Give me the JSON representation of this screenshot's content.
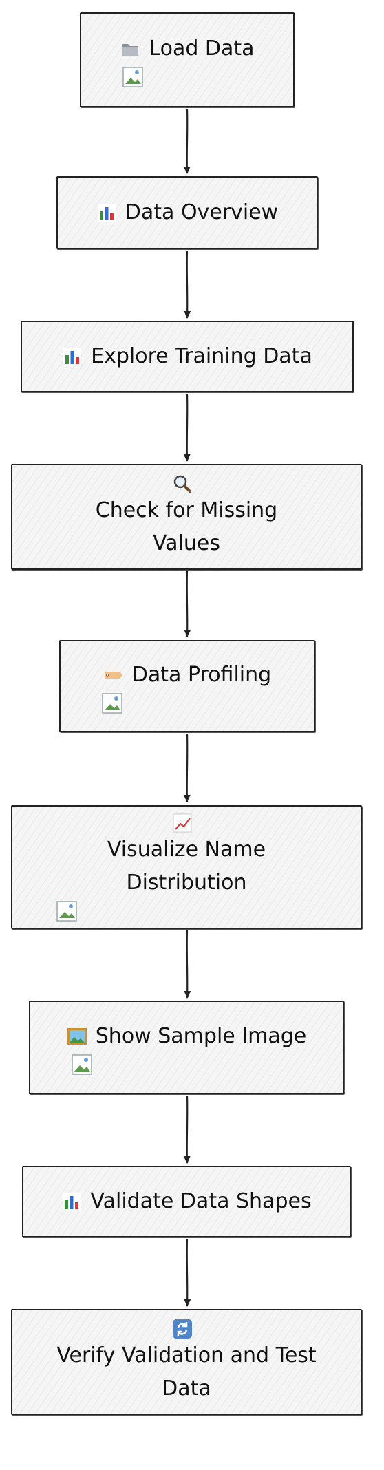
{
  "diagram": {
    "nodes": [
      {
        "id": "load",
        "icon": "folder-icon",
        "label": "Load Data",
        "has_image": true
      },
      {
        "id": "overview",
        "icon": "bar-chart-icon",
        "label": "Data Overview",
        "has_image": false
      },
      {
        "id": "explore",
        "icon": "bar-chart-icon",
        "label": "Explore Training Data",
        "has_image": false
      },
      {
        "id": "missing",
        "icon": "magnifier-icon",
        "label": "Check for Missing Values",
        "has_image": false
      },
      {
        "id": "profiling",
        "icon": "tag-icon",
        "label": "Data Profiling",
        "has_image": true
      },
      {
        "id": "visualize",
        "icon": "line-chart-icon",
        "label": "Visualize Name Distribution",
        "has_image": true
      },
      {
        "id": "sample",
        "icon": "picture-icon",
        "label": "Show Sample Image",
        "has_image": true
      },
      {
        "id": "shapes",
        "icon": "bar-chart-icon",
        "label": "Validate Data Shapes",
        "has_image": false
      },
      {
        "id": "verify",
        "icon": "refresh-icon",
        "label": "Verify Validation and Test Data",
        "has_image": false
      }
    ],
    "edges": [
      {
        "from": "load",
        "to": "overview"
      },
      {
        "from": "overview",
        "to": "explore"
      },
      {
        "from": "explore",
        "to": "missing"
      },
      {
        "from": "missing",
        "to": "profiling"
      },
      {
        "from": "profiling",
        "to": "visualize"
      },
      {
        "from": "visualize",
        "to": "sample"
      },
      {
        "from": "sample",
        "to": "shapes"
      },
      {
        "from": "shapes",
        "to": "verify"
      }
    ]
  }
}
